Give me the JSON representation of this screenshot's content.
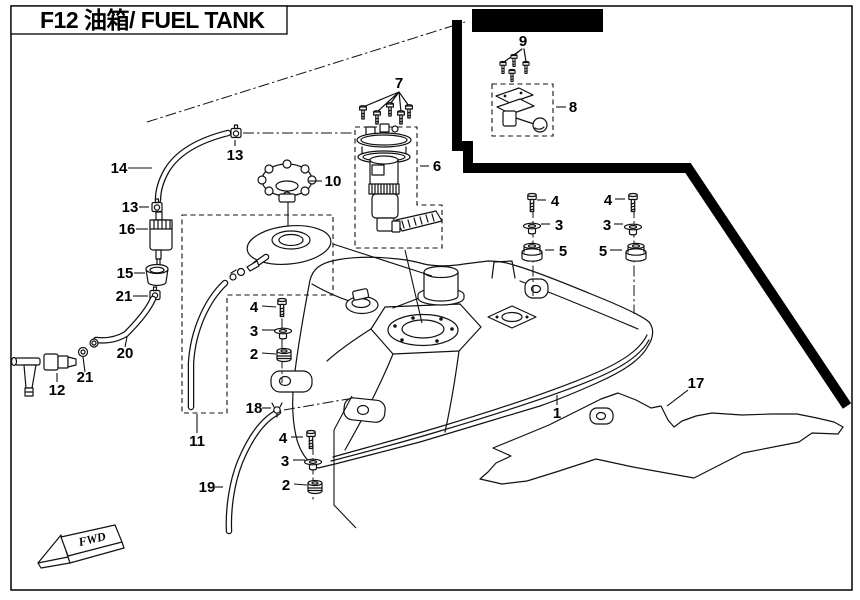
{
  "title": "F12 油箱/ FUEL TANK",
  "direction_arrow": "FWD",
  "part_labels": {
    "1": "1",
    "2": "2",
    "3": "3",
    "4": "4",
    "5": "5",
    "6": "6",
    "7": "7",
    "8": "8",
    "9": "9",
    "10": "10",
    "11": "11",
    "12": "12",
    "13": "13",
    "14": "14",
    "15": "15",
    "16": "16",
    "17": "17",
    "18": "18",
    "19": "19",
    "20": "20",
    "21": "21"
  },
  "colors": {
    "line": "#111111",
    "background": "#ffffff",
    "redaction": "#000000"
  }
}
